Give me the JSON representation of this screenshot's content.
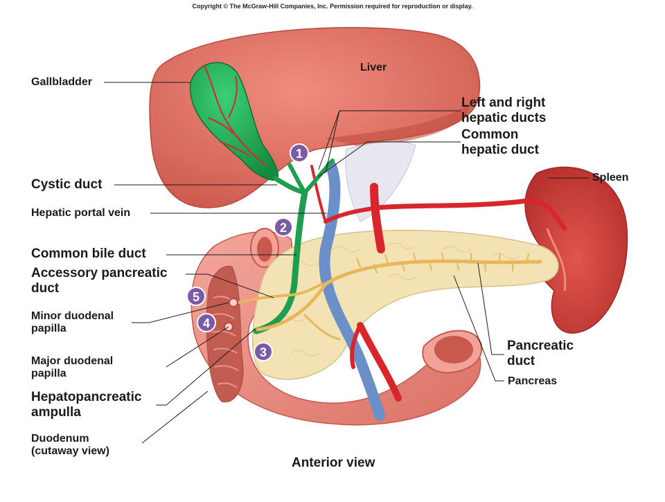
{
  "copyright": "Copyright © The McGraw-Hill Companies, Inc. Permission required for reproduction or display.",
  "labels": {
    "liver": "Liver",
    "gallbladder": "Gallbladder",
    "left_right_hepatic_1": "Left and right",
    "left_right_hepatic_2": "hepatic ducts",
    "common_hepatic_1": "Common",
    "common_hepatic_2": "hepatic duct",
    "spleen": "Spleen",
    "cystic_duct": "Cystic duct",
    "hepatic_portal_vein": "Hepatic portal vein",
    "common_bile_duct": "Common bile duct",
    "accessory_pancreatic_1": "Accessory pancreatic",
    "accessory_pancreatic_2": "duct",
    "minor_papilla_1": "Minor duodenal",
    "minor_papilla_2": "papilla",
    "major_papilla_1": "Major duodenal",
    "major_papilla_2": "papilla",
    "ampulla_1": "Hepatopancreatic",
    "ampulla_2": "ampulla",
    "duodenum_1": "Duodenum",
    "duodenum_2": "(cutaway view)",
    "pancreatic_duct_1": "Pancreatic",
    "pancreatic_duct_2": "duct",
    "pancreas": "Pancreas",
    "view": "Anterior view"
  },
  "markers": [
    "1",
    "2",
    "3",
    "4",
    "5"
  ],
  "colors": {
    "badge": "#7b5aa6",
    "liver": "#d9675c",
    "gallbladder": "#1f9e4f",
    "artery": "#d8262c",
    "vein": "#6b8fc9",
    "pancreas": "#f3e3b4",
    "duct": "#e7b75c",
    "duodenum": "#e98b80"
  }
}
